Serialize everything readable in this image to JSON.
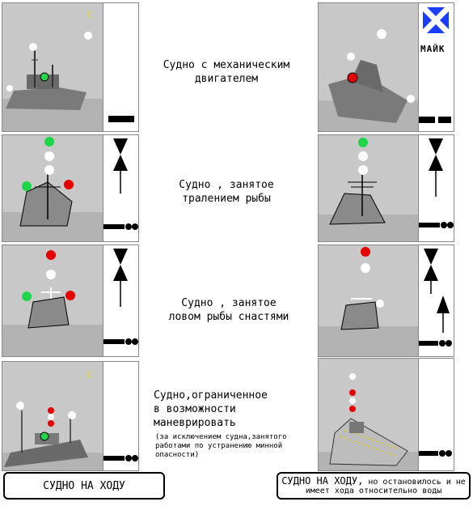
{
  "rows": [
    {
      "caption_line1": "Судно с механическим",
      "caption_line2": "двигателем"
    },
    {
      "caption_line1": "Судно , занятое",
      "caption_line2": "тралением рыбы"
    },
    {
      "caption_line1": "Судно , занятое",
      "caption_line2": "ловом рыбы снастями"
    },
    {
      "caption_line1": "Судно,ограниченное",
      "caption_line2": "в возможности",
      "caption_line3": "маневрировать",
      "note_line1": "(за исключением судна,занятого",
      "note_line2": "работами по устранению минной",
      "note_line3": "опасности)"
    }
  ],
  "flag_label": "МАЙК",
  "bottom_left_label": "СУДНО НА ХОДУ",
  "bottom_right_label_main": "СУДНО НА ХОДУ,",
  "bottom_right_label_rest": "но остановилось и не имеет хода относительно воды",
  "colors": {
    "white_light": "#ffffff",
    "green_light": "#1fd64a",
    "red_light": "#e60000",
    "sea": "#a9a9a9",
    "scene_bg": "#c8c8c8",
    "flag_blue": "#1a3cff"
  }
}
